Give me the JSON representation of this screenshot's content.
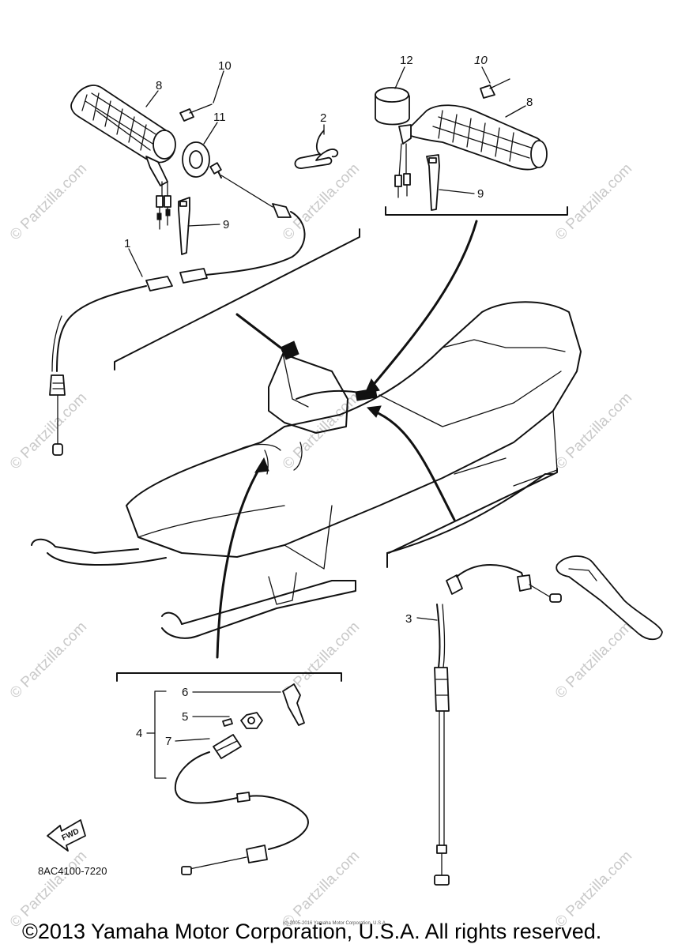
{
  "diagram": {
    "callouts": [
      {
        "id": "callout-10-left",
        "text": "10"
      },
      {
        "id": "callout-8-left",
        "text": "8"
      },
      {
        "id": "callout-11",
        "text": "11"
      },
      {
        "id": "callout-2",
        "text": "2"
      },
      {
        "id": "callout-9-left",
        "text": "9"
      },
      {
        "id": "callout-1",
        "text": "1"
      },
      {
        "id": "callout-12",
        "text": "12"
      },
      {
        "id": "callout-10-right",
        "text": "10"
      },
      {
        "id": "callout-8-right",
        "text": "8"
      },
      {
        "id": "callout-9-right",
        "text": "9"
      },
      {
        "id": "callout-3",
        "text": "3"
      },
      {
        "id": "callout-6",
        "text": "6"
      },
      {
        "id": "callout-5",
        "text": "5"
      },
      {
        "id": "callout-4",
        "text": "4"
      },
      {
        "id": "callout-7",
        "text": "7"
      }
    ],
    "part_number": "8AC4100-7220",
    "fwd_label": "FWD",
    "small_notice": "(c) 2005-2016 Yamaha Motor Corporation, U.S.A.",
    "copyright": "©2013 Yamaha Motor Corporation, U.S.A. All rights reserved.",
    "watermark": "© Partzilla.com"
  }
}
